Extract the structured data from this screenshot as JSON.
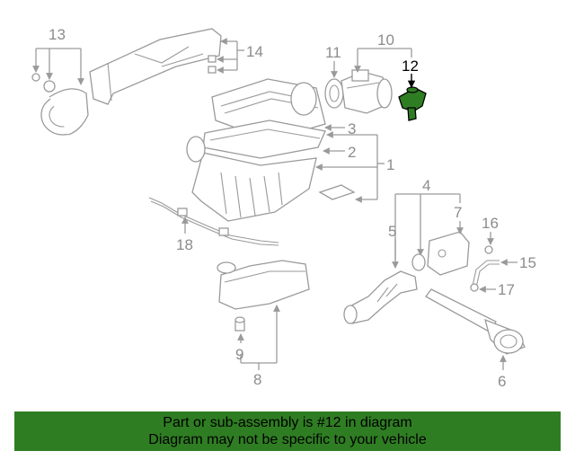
{
  "callouts": {
    "c1": "1",
    "c2": "2",
    "c3": "3",
    "c4": "4",
    "c5": "5",
    "c6": "6",
    "c7": "7",
    "c8": "8",
    "c9": "9",
    "c10": "10",
    "c11": "11",
    "c12": "12",
    "c13": "13",
    "c14": "14",
    "c15": "15",
    "c16": "16",
    "c17": "17",
    "c18": "18"
  },
  "highlight_color": "#2f7d23",
  "banner": {
    "line1": "Part or sub-assembly is #12 in diagram",
    "line2": "Diagram may not be specific to your vehicle"
  }
}
